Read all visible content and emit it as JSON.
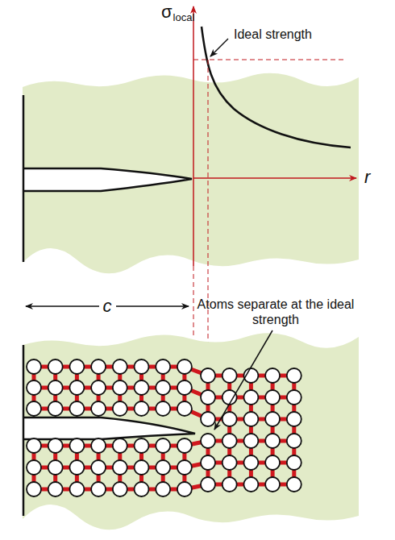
{
  "diagram": {
    "labels": [
      "σ",
      "local",
      "Ideal strength",
      "r",
      "c",
      "Atoms separate at the ideal strength"
    ]
  }
}
